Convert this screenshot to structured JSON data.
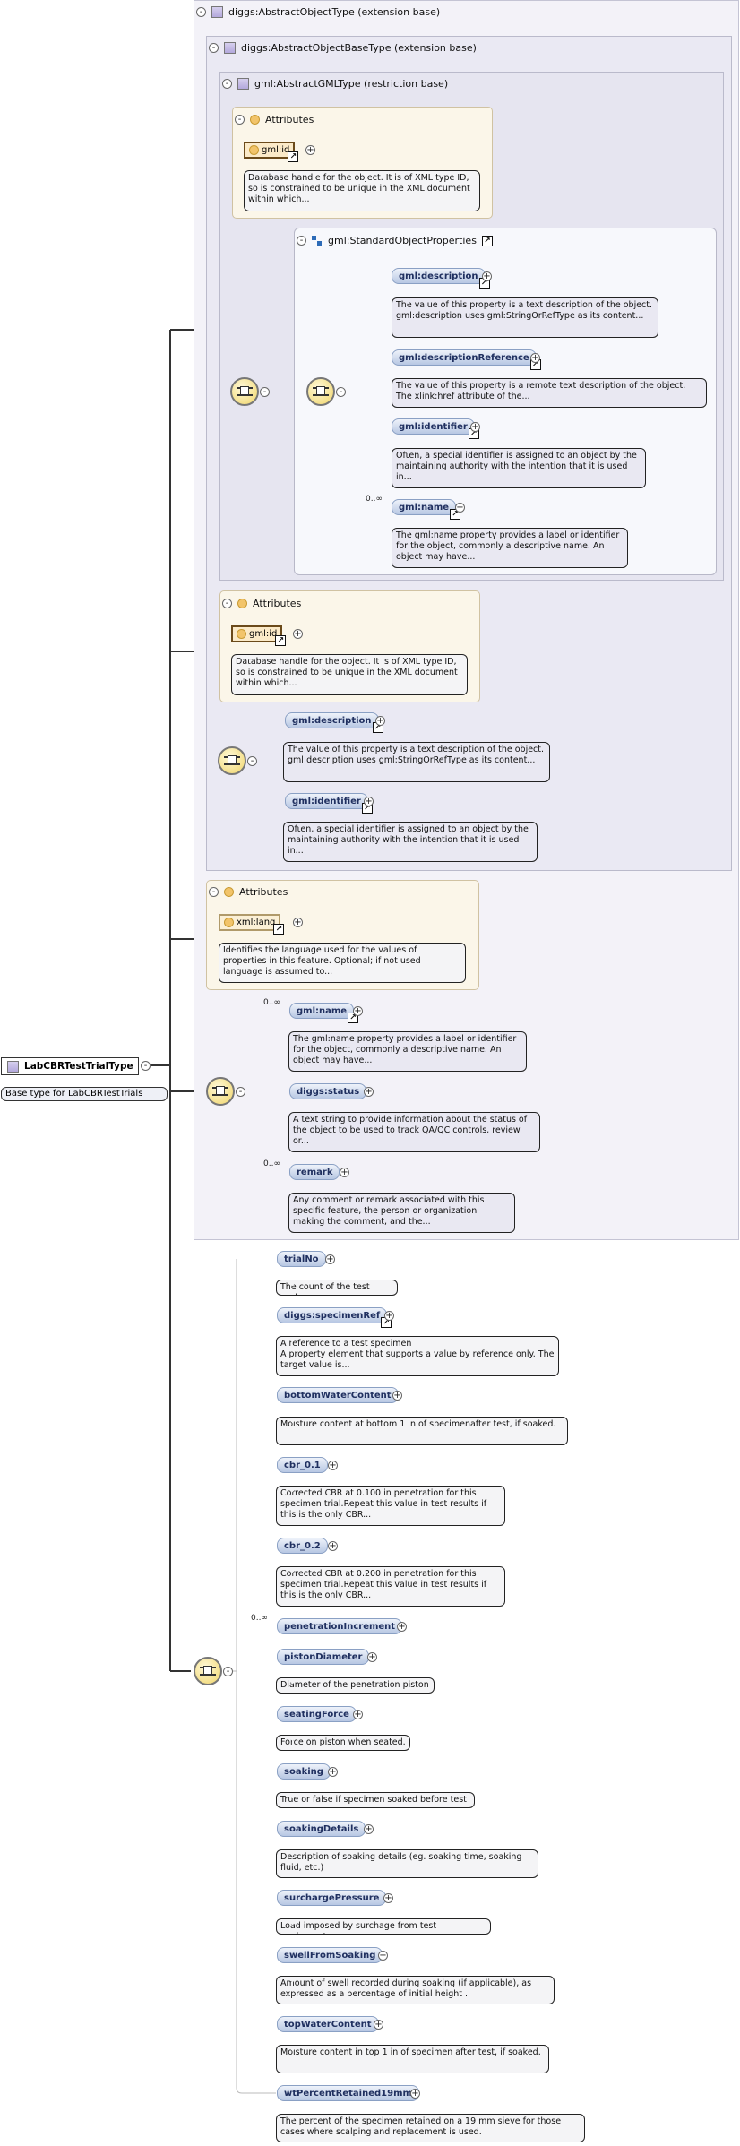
{
  "root": {
    "name": "LabCBRTestTrialType",
    "doc": "Base type for LabCBRTestTrials"
  },
  "ext1": {
    "title": "diggs:AbstractObjectType (extension base)"
  },
  "ext2": {
    "title": "diggs:AbstractObjectBaseType (extension base)"
  },
  "restr": {
    "title": "gml:AbstractGMLType (restriction base)"
  },
  "attrs_title": "Attributes",
  "gmlid": {
    "name": "gml:id",
    "doc": "Database handle for the object. It is of XML type ID, so is constrained to be unique in the XML document within which..."
  },
  "xmllang": {
    "name": "xml:lang",
    "doc": "Identifies the language used for the values of properties in this feature. Optional; if not used language is assumed to..."
  },
  "sop": {
    "title": "gml:StandardObjectProperties"
  },
  "sop_items": [
    {
      "name": "gml:description",
      "doc": "The value of this property is a text description of the object. gml:description uses gml:StringOrRefType as its content..."
    },
    {
      "name": "gml:descriptionReference",
      "doc": "The value of this property is a remote text description of the object. The xlink:href attribute of the..."
    },
    {
      "name": "gml:identifier",
      "doc": "Often, a special identifier is assigned to an object by the maintaining authority with the intention that it is used in..."
    },
    {
      "name": "gml:name",
      "card": "0..∞",
      "doc": "The gml:name property provides a label or identifier for the object, commonly a descriptive name. An object may have..."
    }
  ],
  "base_items": [
    {
      "name": "gml:description",
      "doc": "The value of this property is a text description of the object. gml:description uses gml:StringOrRefType as its content..."
    },
    {
      "name": "gml:identifier",
      "doc": "Often, a special identifier is assigned to an object by the maintaining authority with the intention that it is used in..."
    }
  ],
  "obj_items": [
    {
      "name": "gml:name",
      "card": "0..∞",
      "doc": "The gml:name property provides a label or identifier for the object, commonly a descriptive name. An object may have..."
    },
    {
      "name": "diggs:status",
      "doc": "A text string to provide information about the status of the object to be used to track QA/QC controls, review or..."
    },
    {
      "name": "remark",
      "card": "0..∞",
      "doc": "Any comment or remark associated with this specific feature, the person or organization making the comment, and the..."
    }
  ],
  "main_items": [
    {
      "name": "trialNo",
      "doc": "The count of the test cycle"
    },
    {
      "name": "diggs:specimenRef",
      "doc": "A reference to a test specimen\nA property element that supports a value by reference only. The target value is..."
    },
    {
      "name": "bottomWaterContent",
      "doc": "Moisture content at bottom 1 in of specimenafter test, if soaked."
    },
    {
      "name": "cbr_0.1",
      "doc": "Corrected CBR at 0.100 in penetration for this specimen trial.Repeat this value in test results if this is the only CBR..."
    },
    {
      "name": "cbr_0.2",
      "doc": "Corrected CBR at 0.200 in penetration for this specimen trial.Repeat this value in test results if this is the only CBR..."
    },
    {
      "name": "penetrationIncrement",
      "card": "0..∞",
      "doc": ""
    },
    {
      "name": "pistonDiameter",
      "doc": "Diameter of the penetration piston"
    },
    {
      "name": "seatingForce",
      "doc": "Force on piston when seated."
    },
    {
      "name": "soaking",
      "doc": "True or false if specimen soaked before test"
    },
    {
      "name": "soakingDetails",
      "doc": "Description of soaking details (eg. soaking time, soaking fluid, etc.)"
    },
    {
      "name": "surchargePressure",
      "doc": "Load imposed by surchage from test equipment."
    },
    {
      "name": "swellFromSoaking",
      "doc": "Amount of swell recorded during soaking (if applicable), as expressed as a percentage of initial height ."
    },
    {
      "name": "topWaterContent",
      "doc": "Moisture content in top 1 in of specimen after test, if soaked."
    },
    {
      "name": "wtPercentRetained19mm",
      "doc": "The percent of the specimen retained on a 19 mm sieve for those cases where scalping and replacement is used."
    }
  ]
}
